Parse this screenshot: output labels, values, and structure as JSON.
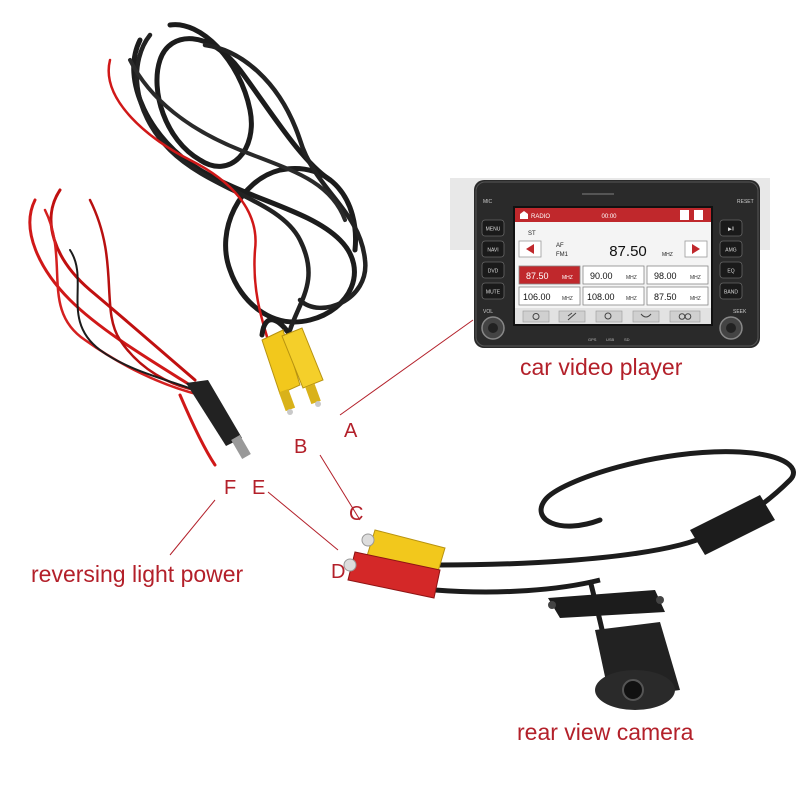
{
  "labels": {
    "car_video_player": "car video player",
    "reversing_light_power": "reversing light power",
    "rear_view_camera": "rear view camera",
    "A": "A",
    "B": "B",
    "C": "C",
    "D": "D",
    "E": "E",
    "F": "F"
  },
  "head_unit": {
    "top_left": "MIC",
    "top_right": "RESET",
    "left_buttons": [
      "MENU",
      "NAVI",
      "DVD",
      "MUTE"
    ],
    "right_buttons": [
      "▶‖",
      "AMG",
      "EQ",
      "BAND"
    ],
    "bottom_left": "VOL",
    "bottom_right": "SEEK",
    "bottom_strip": [
      "GPS",
      "USB",
      "SD"
    ],
    "screen": {
      "header_left": "RADIO",
      "header_center": "00:00",
      "st": "ST",
      "af": "AF",
      "band": "FM1",
      "frequency": "87.50",
      "frequency_unit": "MHZ",
      "presets": [
        {
          "value": "87.50",
          "unit": "MHZ",
          "active": true
        },
        {
          "value": "90.00",
          "unit": "MHZ",
          "active": false
        },
        {
          "value": "98.00",
          "unit": "MHZ",
          "active": false
        },
        {
          "value": "106.00",
          "unit": "MHZ",
          "active": false
        },
        {
          "value": "108.00",
          "unit": "MHZ",
          "active": false
        },
        {
          "value": "87.50",
          "unit": "MHZ",
          "active": false
        }
      ]
    }
  },
  "colors": {
    "label_red": "#b3202a",
    "cable_black": "#1c1c1c",
    "cable_red": "#d01818",
    "rca_yellow": "#f2c81c",
    "rca_red": "#d42828",
    "unit_body": "#2a2a2a",
    "screen_red": "#c0282c"
  }
}
